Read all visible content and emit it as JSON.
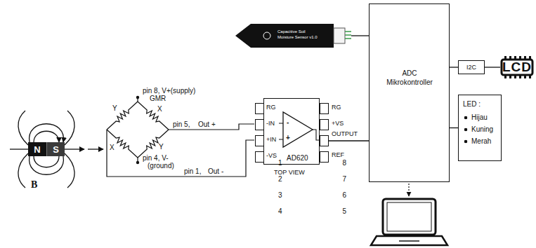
{
  "diagram": {
    "nodes": [
      {
        "text": [
          "N"
        ]
      },
      {
        "text": [
          "S"
        ]
      },
      {
        "text": [
          "Capacitive Soil Moisture Sensor v1.0"
        ]
      },
      {
        "text": [
          "AD620",
          "TOP VIEW"
        ]
      },
      {
        "text": [
          "1"
        ],
        "in": 3
      },
      {
        "text": [
          "2"
        ],
        "in": 3
      },
      {
        "text": [
          "3"
        ],
        "in": 3
      },
      {
        "text": [
          "4"
        ],
        "in": 3
      },
      {
        "text": [
          "8"
        ],
        "in": 3
      },
      {
        "text": [
          "7"
        ],
        "in": 3
      },
      {
        "text": [
          "6"
        ],
        "in": 3
      },
      {
        "text": [
          "5"
        ],
        "in": 3
      },
      {
        "text": [
          "ADC Mikrokontroller"
        ]
      },
      {
        "text": [
          "I2C"
        ]
      },
      {
        "text": [
          "LCD"
        ]
      },
      {
        "text": [
          "LED :",
          "Hijau",
          "Kuning",
          "Merah"
        ]
      }
    ],
    "edges": [
      {
        "from": 2,
        "to": 12,
        "arrow": "none"
      },
      {
        "from": 10,
        "to": 12,
        "arrow": "none"
      },
      {
        "from": 12,
        "to": 13,
        "arrow": "none"
      },
      {
        "from": 13,
        "to": 14,
        "arrow": "none"
      },
      {
        "from": 12,
        "to": 15,
        "arrow": "none"
      }
    ],
    "labels": [
      "B",
      "pin 8, V+(supply)",
      "GMR",
      "Y",
      "X",
      "X",
      "Y",
      "pin 5,",
      "Out +",
      "pin 1,",
      "Out -",
      "pin 4, V-",
      "(ground)",
      "RG",
      "-IN",
      "+IN",
      "-VS",
      "RG",
      "+VS",
      "OUTPUT",
      "REF",
      "-",
      "+"
    ]
  }
}
